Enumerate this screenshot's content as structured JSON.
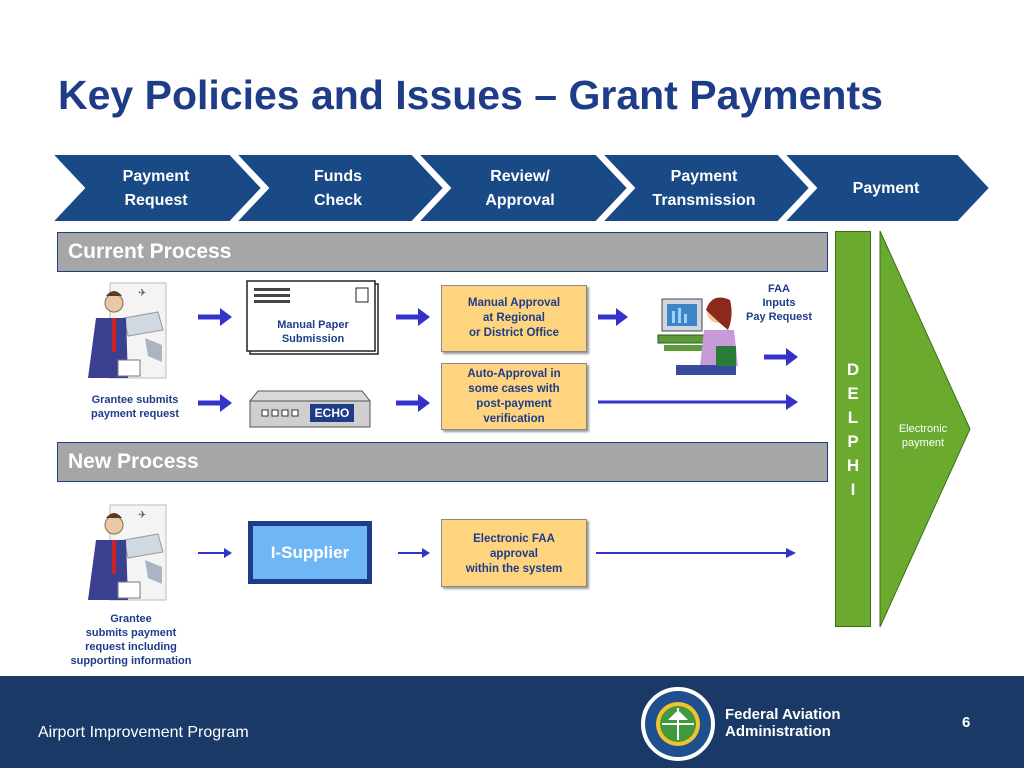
{
  "title": "Key Policies and Issues – Grant Payments",
  "stages": [
    {
      "line1": "Payment",
      "line2": "Request"
    },
    {
      "line1": "Funds",
      "line2": "Check"
    },
    {
      "line1": "Review/",
      "line2": "Approval"
    },
    {
      "line1": "Payment",
      "line2": "Transmission"
    },
    {
      "line1": "Payment",
      "line2": ""
    }
  ],
  "current_process": {
    "header": "Current Process",
    "grantee_caption_line1": "Grantee submits",
    "grantee_caption_line2": "payment request",
    "manual_paper_line1": "Manual Paper",
    "manual_paper_line2": "Submission",
    "echo_label": "ECHO",
    "manual_approval_line1": "Manual Approval",
    "manual_approval_line2": "at Regional",
    "manual_approval_line3": "or District Office",
    "auto_approval_line1": "Auto-Approval in",
    "auto_approval_line2": "some cases  with",
    "auto_approval_line3": "post-payment",
    "auto_approval_line4": "verification",
    "faa_inputs_line1": "FAA",
    "faa_inputs_line2": "Inputs",
    "faa_inputs_line3": "Pay Request"
  },
  "new_process": {
    "header": "New Process",
    "grantee_caption_line1": "Grantee",
    "grantee_caption_line2": "submits payment",
    "grantee_caption_line3": "request including",
    "grantee_caption_line4": "supporting information",
    "isupplier_label": "I-Supplier",
    "electronic_faa_line1": "Electronic FAA",
    "electronic_faa_line2": "approval",
    "electronic_faa_line3": "within the system"
  },
  "delphi_letters": [
    "D",
    "E",
    "L",
    "P",
    "H",
    "I"
  ],
  "electronic_payment_line1": "Electronic",
  "electronic_payment_line2": "payment",
  "footer": {
    "program": "Airport Improvement Program",
    "agency_line1": "Federal Aviation",
    "agency_line2": "Administration",
    "page_number": "6"
  },
  "colors": {
    "title": "#1f3c88",
    "stage_arrow": "#1a4a85",
    "footer": "#1a3966",
    "orange_box": "#ffd47f",
    "delphi_green": "#6aaa2e",
    "section_bar": "#a6a6a6",
    "arrow_blue": "#3333cc"
  }
}
